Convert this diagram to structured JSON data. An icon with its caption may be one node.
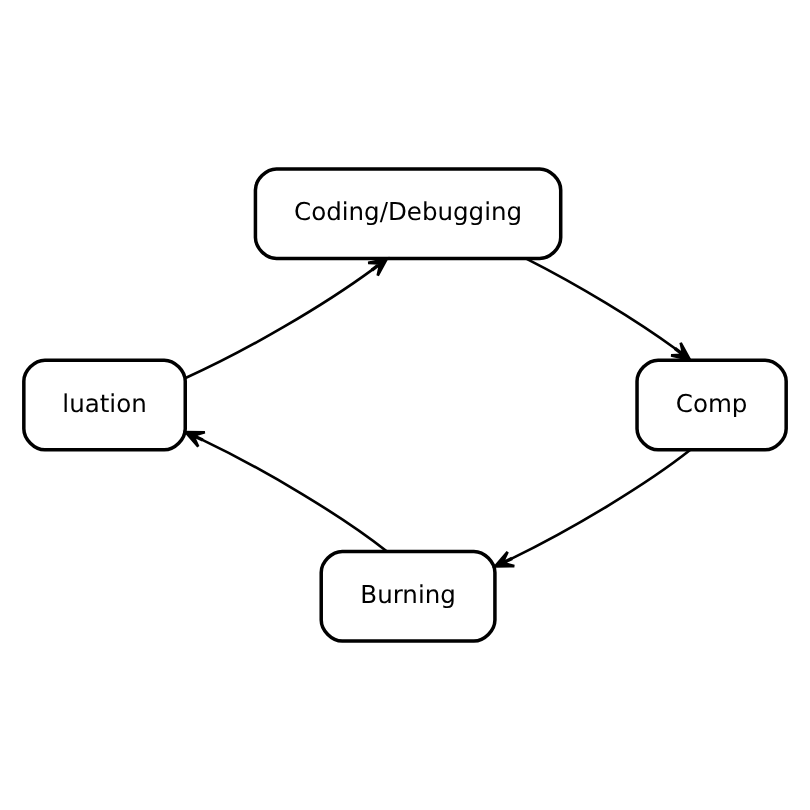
{
  "diagram": {
    "nodes": [
      {
        "text": [
          "Coding/Debugging"
        ]
      },
      {
        "text": [
          "luation"
        ]
      },
      {
        "text": [
          "Comp"
        ]
      },
      {
        "text": [
          "Burning"
        ]
      }
    ],
    "edges": [
      {
        "from": 0,
        "to": 2,
        "arrow": "to"
      },
      {
        "from": 2,
        "to": 3,
        "arrow": "to"
      },
      {
        "from": 3,
        "to": 1,
        "arrow": "to"
      },
      {
        "from": 1,
        "to": 0,
        "arrow": "to"
      }
    ]
  }
}
